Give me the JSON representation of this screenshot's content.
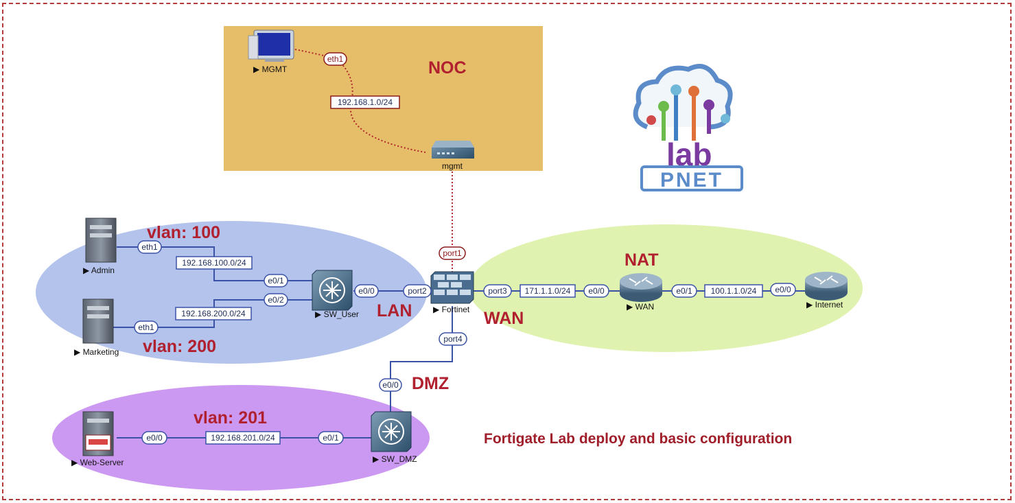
{
  "zones": {
    "noc": "NOC",
    "lan": "LAN",
    "wan": "WAN",
    "dmz": "DMZ",
    "nat": "NAT"
  },
  "vlans": {
    "v100": "vlan: 100",
    "v200": "vlan: 200",
    "v201": "vlan: 201"
  },
  "nodes": {
    "mgmt_pc": "▶ MGMT",
    "mgmt_switch": "mgmt",
    "admin": "▶ Admin",
    "marketing": "▶ Marketing",
    "sw_user": "▶ SW_User",
    "fortinet": "▶ Fortinet",
    "wan_router": "▶ WAN",
    "internet": "▶ Internet",
    "web_server": "▶ Web-Server",
    "sw_dmz": "▶ SW_DMZ"
  },
  "interfaces": {
    "mgmt_eth1": "eth1",
    "fw_port1": "port1",
    "admin_eth1": "eth1",
    "marketing_eth1": "eth1",
    "swuser_e01": "e0/1",
    "swuser_e02": "e0/2",
    "swuser_e00": "e0/0",
    "fw_port2": "port2",
    "fw_port3": "port3",
    "wan_e00": "e0/0",
    "wan_e01": "e0/1",
    "internet_e00": "e0/0",
    "fw_port4": "port4",
    "swdmz_e00": "e0/0",
    "web_e00": "e0/0",
    "swdmz_e01": "e0/1"
  },
  "networks": {
    "mgmt_net": "192.168.1.0/24",
    "admin_net": "192.168.100.0/24",
    "marketing_net": "192.168.200.0/24",
    "wan_net": "171.1.1.0/24",
    "internet_net": "100.1.1.0/24",
    "dmz_net": "192.168.201.0/24"
  },
  "logo": {
    "text": "PNET",
    "sub": "lab"
  },
  "title": "Fortigate Lab deploy and basic configuration",
  "colors": {
    "noc_zone": "#e6bd68",
    "lan_zone": "#b3c3ec",
    "wan_zone": "#e0f2b0",
    "dmz_zone": "#cc99f2",
    "link_blue": "#3a52a6",
    "link_red": "#b3262e",
    "accent_red": "#b0202e",
    "logo_blue": "#5b8cc9"
  }
}
